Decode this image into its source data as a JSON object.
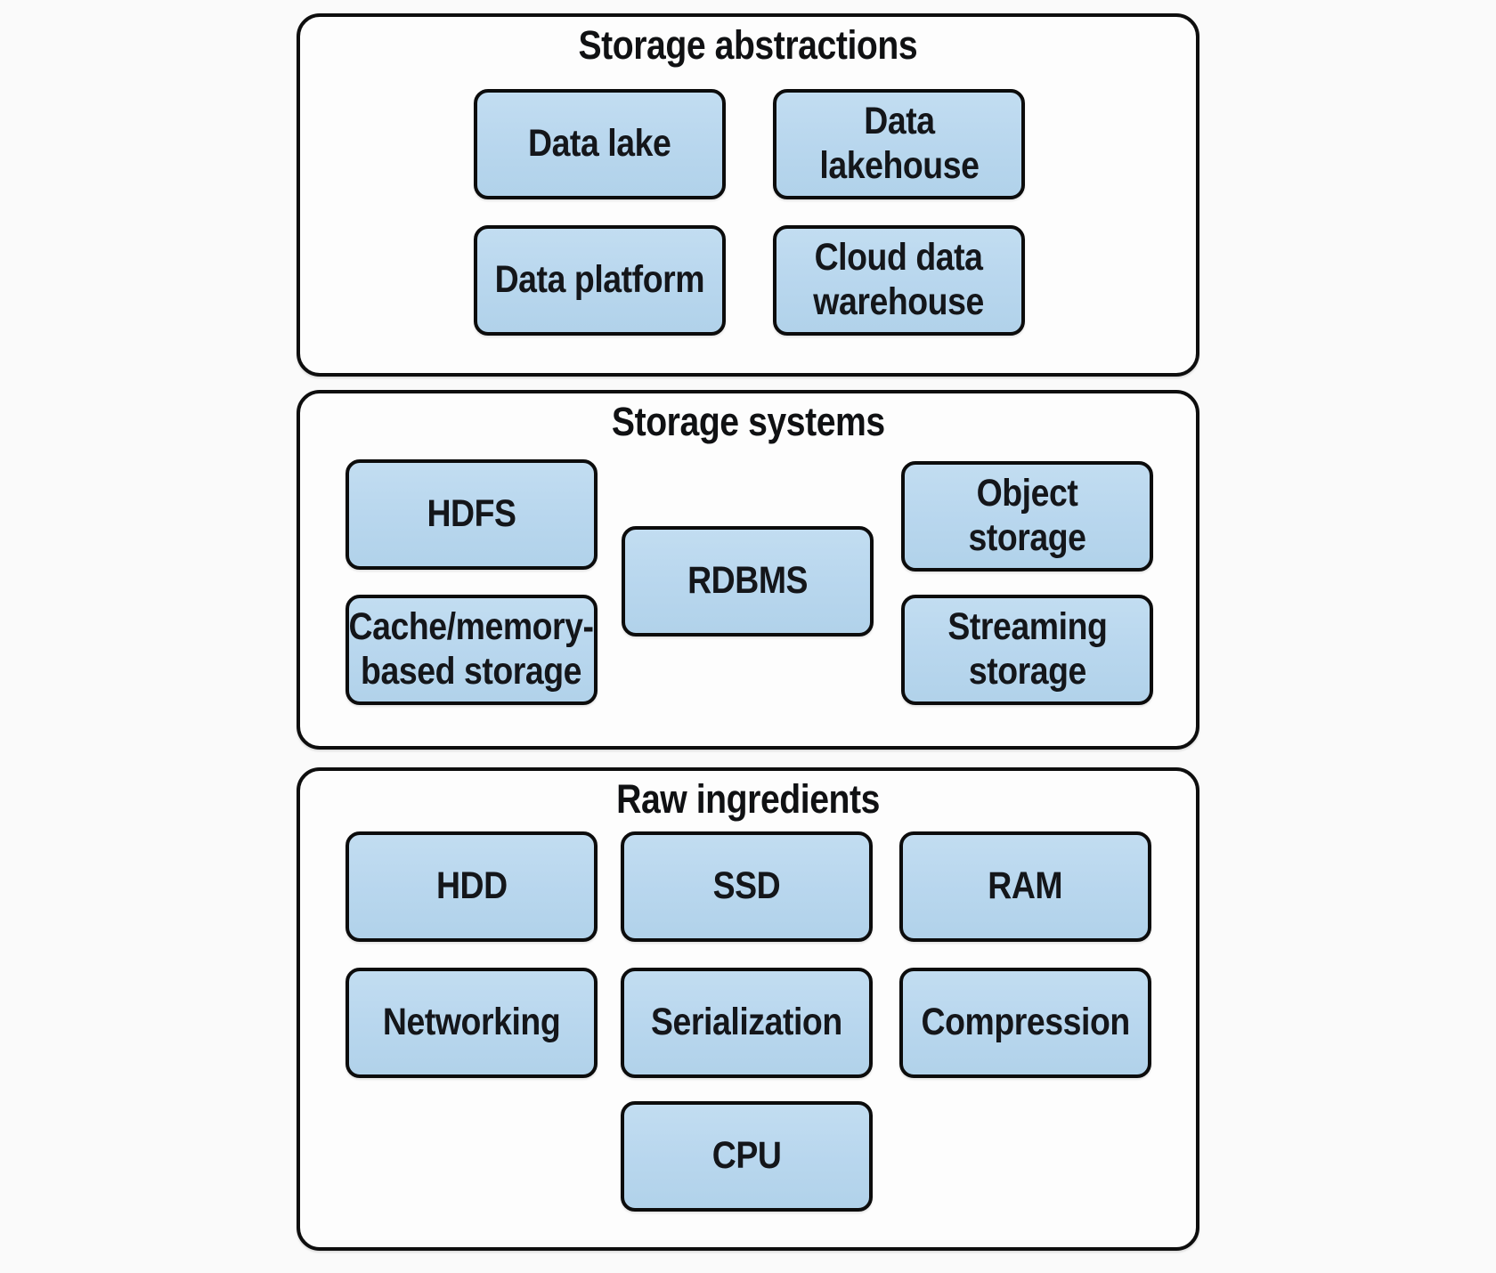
{
  "figure": {
    "background": "#fafafa",
    "node_fill": "#b9d7ee",
    "node_border": "#0c0c0c",
    "container_fill": "#fdfdfd",
    "container_border": "#0e0e0e",
    "text_color": "#14161a"
  },
  "sections": [
    {
      "title": "Storage abstractions",
      "nodes": [
        {
          "label": "Data lake"
        },
        {
          "label": "Data\nlakehouse"
        },
        {
          "label": "Data platform"
        },
        {
          "label": "Cloud data\nwarehouse"
        }
      ]
    },
    {
      "title": "Storage systems",
      "nodes": [
        {
          "label": "HDFS"
        },
        {
          "label": "RDBMS"
        },
        {
          "label": "Object storage"
        },
        {
          "label": "Cache/memory-\nbased storage"
        },
        {
          "label": "Streaming\nstorage"
        }
      ]
    },
    {
      "title": "Raw ingredients",
      "nodes": [
        {
          "label": "HDD"
        },
        {
          "label": "SSD"
        },
        {
          "label": "RAM"
        },
        {
          "label": "Networking"
        },
        {
          "label": "Serialization"
        },
        {
          "label": "Compression"
        },
        {
          "label": "CPU"
        }
      ]
    }
  ]
}
